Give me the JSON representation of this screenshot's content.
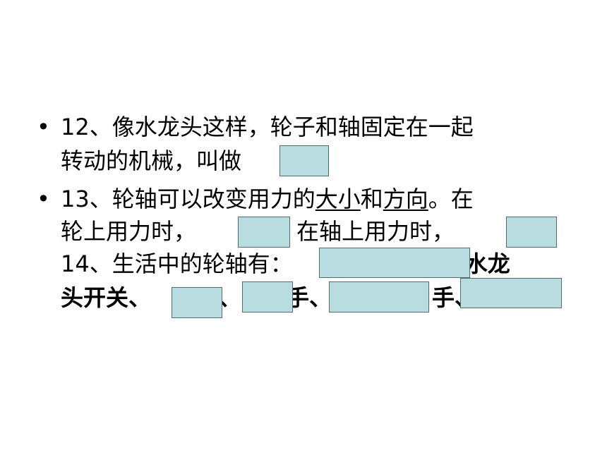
{
  "slide": {
    "bullets": [
      "•",
      "•"
    ],
    "q12": {
      "line1": "12、像水龙头这样，轮子和轴固定在一起",
      "line2a": "转动的机械，叫做",
      "line2c": "。"
    },
    "q13": {
      "a": "13、轮轴可以改变用力的",
      "b": "大小",
      "c": "和",
      "d": "方向",
      "e": "。在",
      "l2a": "轮上用力时，",
      "l2b": "；在轴上用力时，",
      "l2c": "。"
    },
    "q14": {
      "a": "14、生活中的轮轴有：",
      "b": "、水龙",
      "l2a": "头开关、",
      "l2b": "、",
      "l2c": "手、",
      "l2d": "手、"
    }
  },
  "colors": {
    "cover_fill": "#b8dcdf",
    "cover_border": "#4d6f72"
  }
}
